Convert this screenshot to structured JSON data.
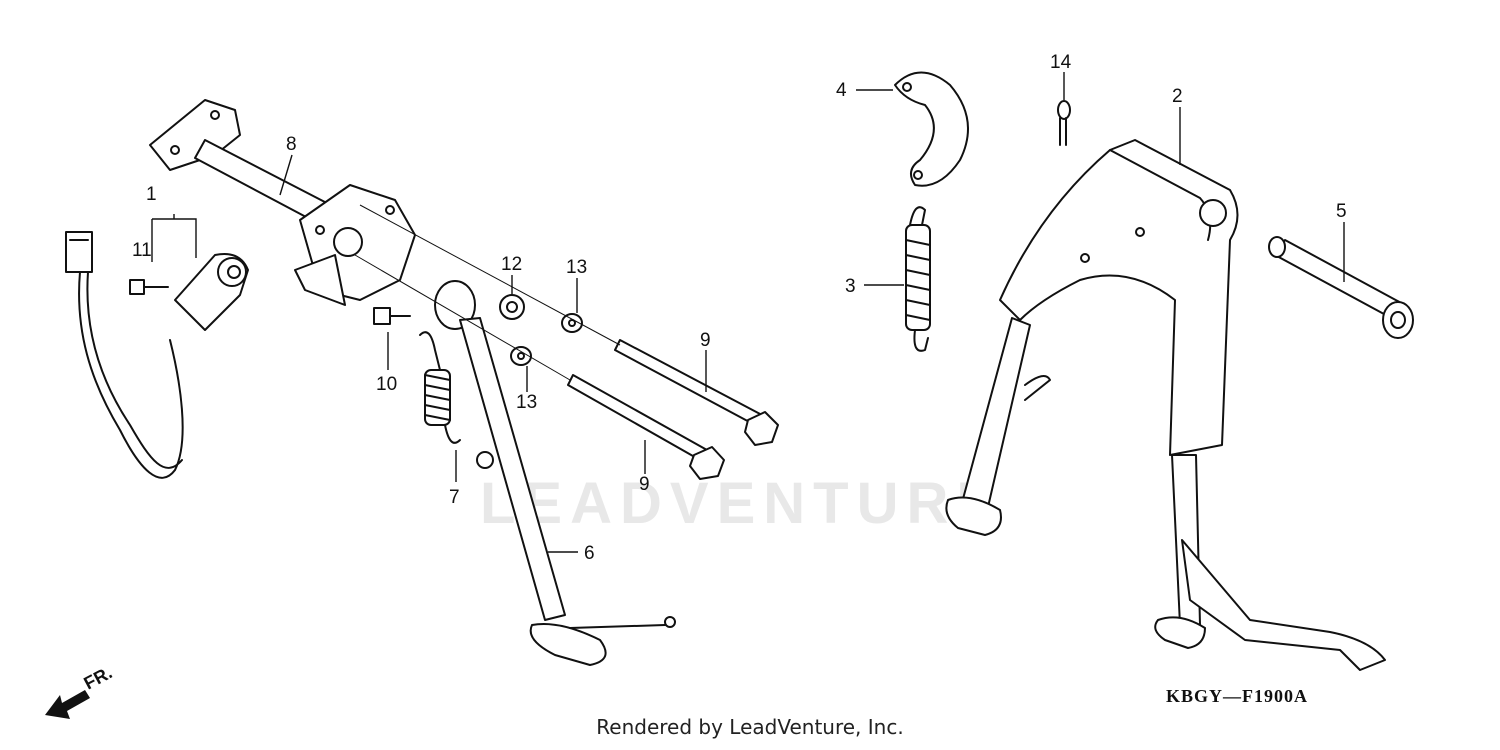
{
  "watermark": "LEADVENTURE",
  "diagram_code": "KBGY—F1900A",
  "rendered_by": "Rendered by LeadVenture, Inc.",
  "direction_label": "FR.",
  "callouts": {
    "c1": "1",
    "c2": "2",
    "c3": "3",
    "c4": "4",
    "c5": "5",
    "c6": "6",
    "c7": "7",
    "c8": "8",
    "c9a": "9",
    "c9b": "9",
    "c10": "10",
    "c11": "11",
    "c12": "12",
    "c13a": "13",
    "c13b": "13",
    "c14": "14"
  }
}
